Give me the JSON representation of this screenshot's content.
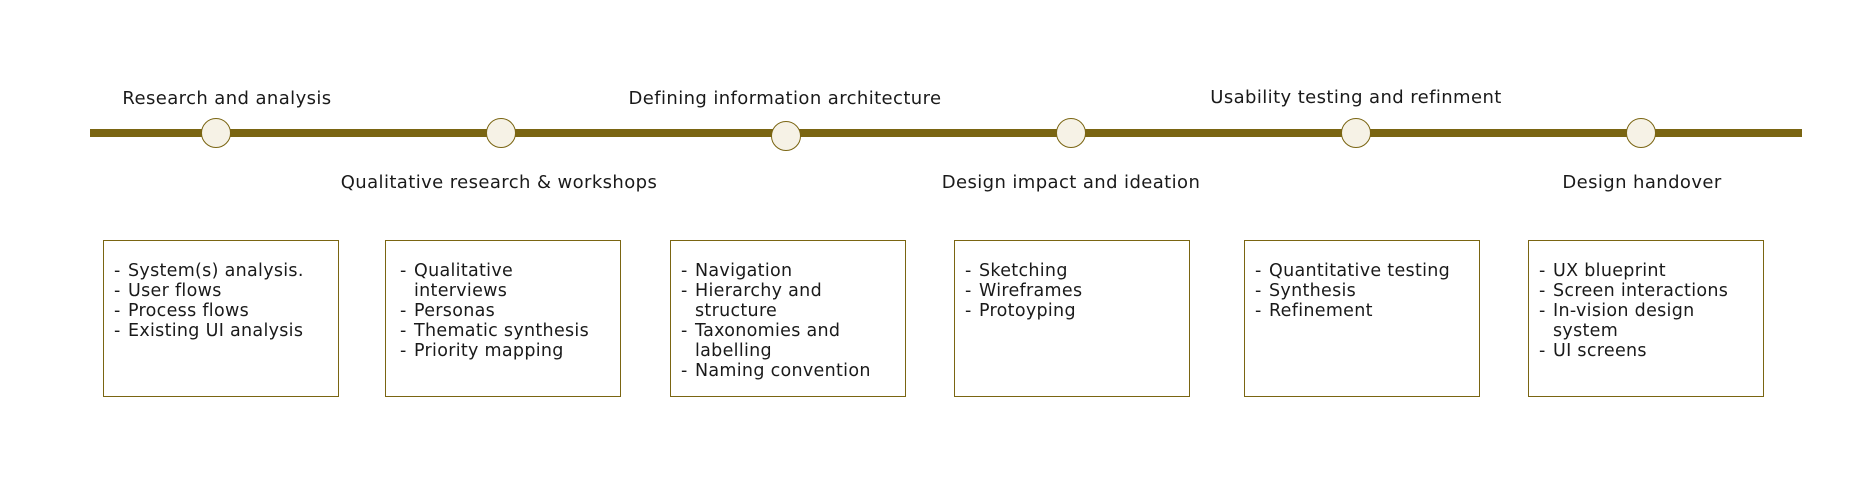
{
  "stages": [
    {
      "label": "Research and analysis",
      "items": [
        "System(s) analysis.",
        "User flows",
        "Process flows",
        "Existing UI analysis"
      ]
    },
    {
      "label": "Qualitative research & workshops",
      "items": [
        "Qualitative\ninterviews",
        "Personas",
        "Thematic synthesis",
        "Priority mapping"
      ]
    },
    {
      "label": "Defining information architecture",
      "items": [
        "Navigation",
        "Hierarchy and\nstructure",
        "Taxonomies and\nlabelling",
        "Naming convention"
      ]
    },
    {
      "label": "Design impact and ideation",
      "items": [
        "Sketching",
        "Wireframes",
        "Protoyping"
      ]
    },
    {
      "label": "Usability testing and refinment",
      "items": [
        "Quantitative testing",
        "Synthesis",
        "Refinement"
      ]
    },
    {
      "label": "Design handover",
      "items": [
        "UX blueprint",
        "Screen interactions",
        "In-vision design\nsystem",
        "UI screens"
      ]
    }
  ],
  "colors": {
    "line": "#7a6512",
    "node_fill": "#f6f2e6",
    "box_border": "#7a6512"
  }
}
